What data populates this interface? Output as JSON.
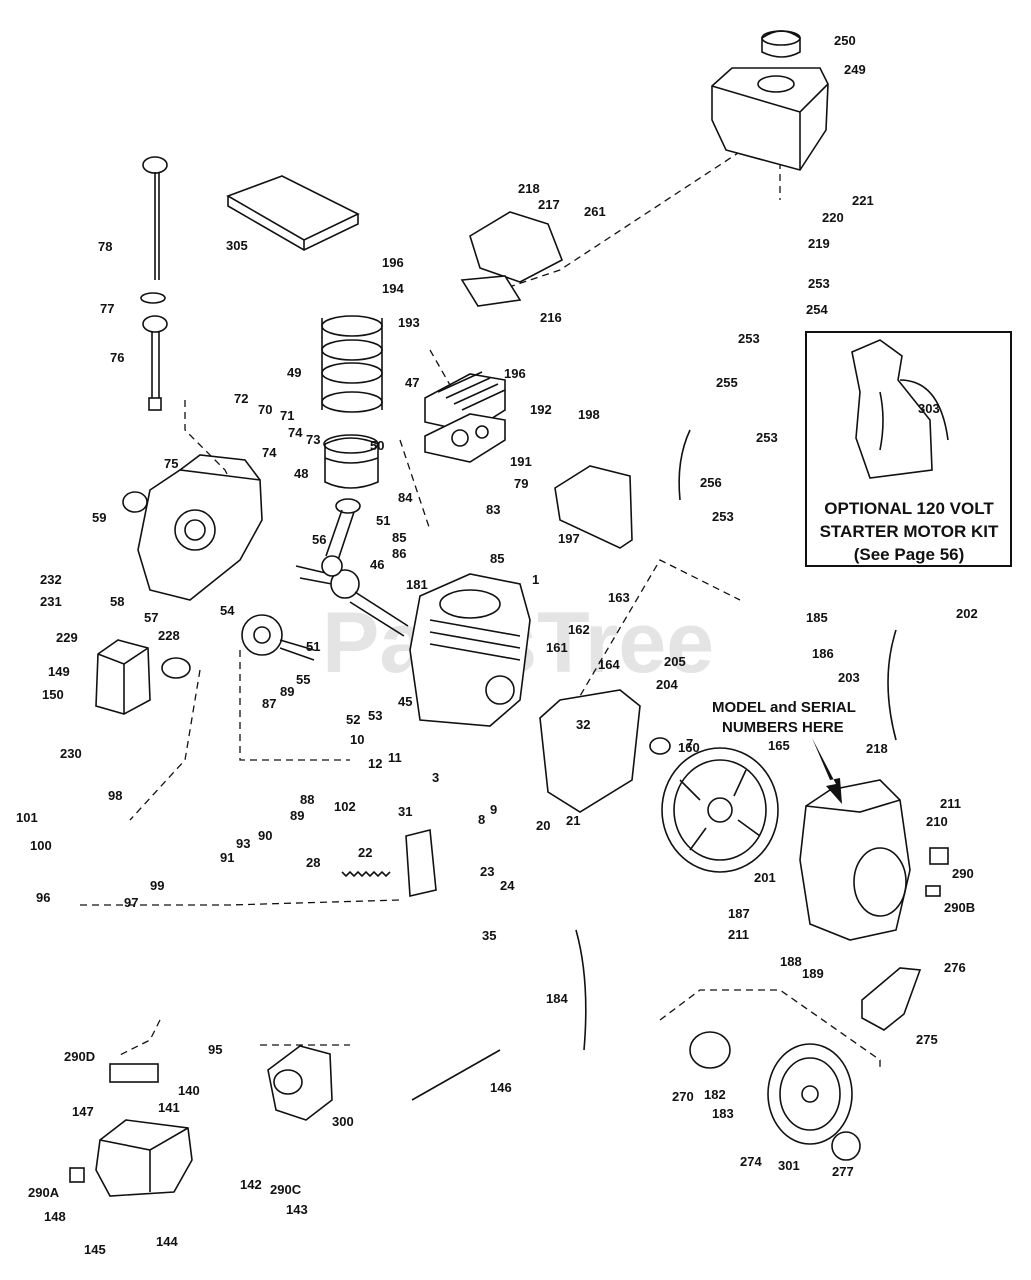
{
  "watermark": "PartsTree",
  "kit_box": {
    "part": "303",
    "line1": "OPTIONAL 120 VOLT",
    "line2": "STARTER MOTOR KIT",
    "line3": "(See Page 56)"
  },
  "model_serial_note": {
    "line1": "MODEL and SERIAL",
    "line2": "NUMBERS HERE"
  },
  "parts": [
    "250",
    "249",
    "221",
    "220",
    "219",
    "253",
    "254",
    "253",
    "255",
    "253",
    "256",
    "253",
    "218",
    "217",
    "261",
    "305",
    "196",
    "194",
    "216",
    "193",
    "196",
    "192",
    "191",
    "198",
    "79",
    "197",
    "78",
    "77",
    "76",
    "49",
    "47",
    "72",
    "70",
    "71",
    "74",
    "73",
    "74",
    "48",
    "50",
    "84",
    "83",
    "75",
    "59",
    "58",
    "57",
    "51",
    "56",
    "46",
    "85",
    "86",
    "85",
    "232",
    "231",
    "181",
    "1",
    "163",
    "185",
    "186",
    "202",
    "54",
    "229",
    "228",
    "51",
    "55",
    "162",
    "161",
    "164",
    "205",
    "204",
    "203",
    "149",
    "150",
    "230",
    "52",
    "53",
    "45",
    "87",
    "89",
    "10",
    "12",
    "11",
    "32",
    "7",
    "160",
    "165",
    "218",
    "3",
    "98",
    "88",
    "89",
    "102",
    "31",
    "8",
    "9",
    "20",
    "21",
    "211",
    "210",
    "101",
    "100",
    "90",
    "93",
    "91",
    "22",
    "290",
    "201",
    "290B",
    "99",
    "97",
    "96",
    "28",
    "23",
    "24",
    "35",
    "187",
    "211",
    "188",
    "189",
    "276",
    "184",
    "275",
    "95",
    "290D",
    "140",
    "141",
    "300",
    "146",
    "270",
    "182",
    "183",
    "147",
    "290A",
    "142",
    "290C",
    "148",
    "143",
    "145",
    "144",
    "274",
    "301",
    "277"
  ]
}
